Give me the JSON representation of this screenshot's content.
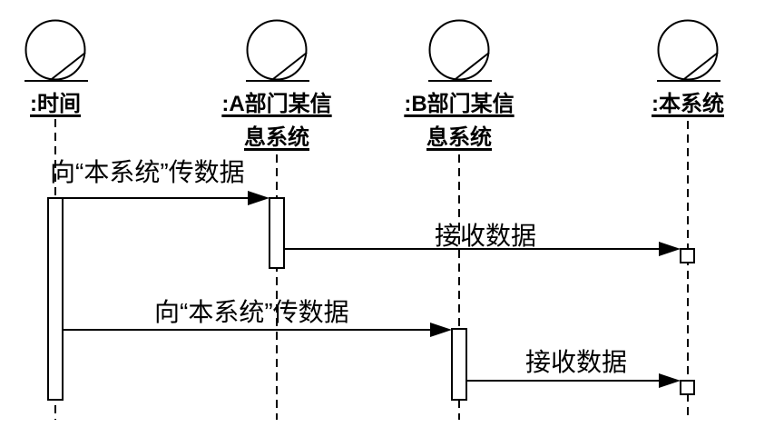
{
  "diagram": {
    "type": "uml-sequence-diagram",
    "colors": {
      "stroke": "#000000",
      "background": "#ffffff",
      "activation_fill": "#ffffff"
    },
    "actors": [
      {
        "name": ":时间",
        "name_lines": [
          ":时间"
        ]
      },
      {
        "name": ":A部门某信息系统",
        "name_lines": [
          ":A部门某信",
          "息系统"
        ]
      },
      {
        "name": ":B部门某信息系统",
        "name_lines": [
          ":B部门某信",
          "息系统"
        ]
      },
      {
        "name": ":本系统",
        "name_lines": [
          ":本系统"
        ]
      }
    ],
    "messages": [
      {
        "label": "向“本系统”传数据",
        "from": ":时间",
        "to": ":A部门某信息系统"
      },
      {
        "label": "接收数据",
        "from": ":A部门某信息系统",
        "to": ":本系统"
      },
      {
        "label": "向“本系统”传数据",
        "from": ":时间",
        "to": ":B部门某信息系统"
      },
      {
        "label": "接收数据",
        "from": ":B部门某信息系统",
        "to": ":本系统"
      }
    ]
  }
}
